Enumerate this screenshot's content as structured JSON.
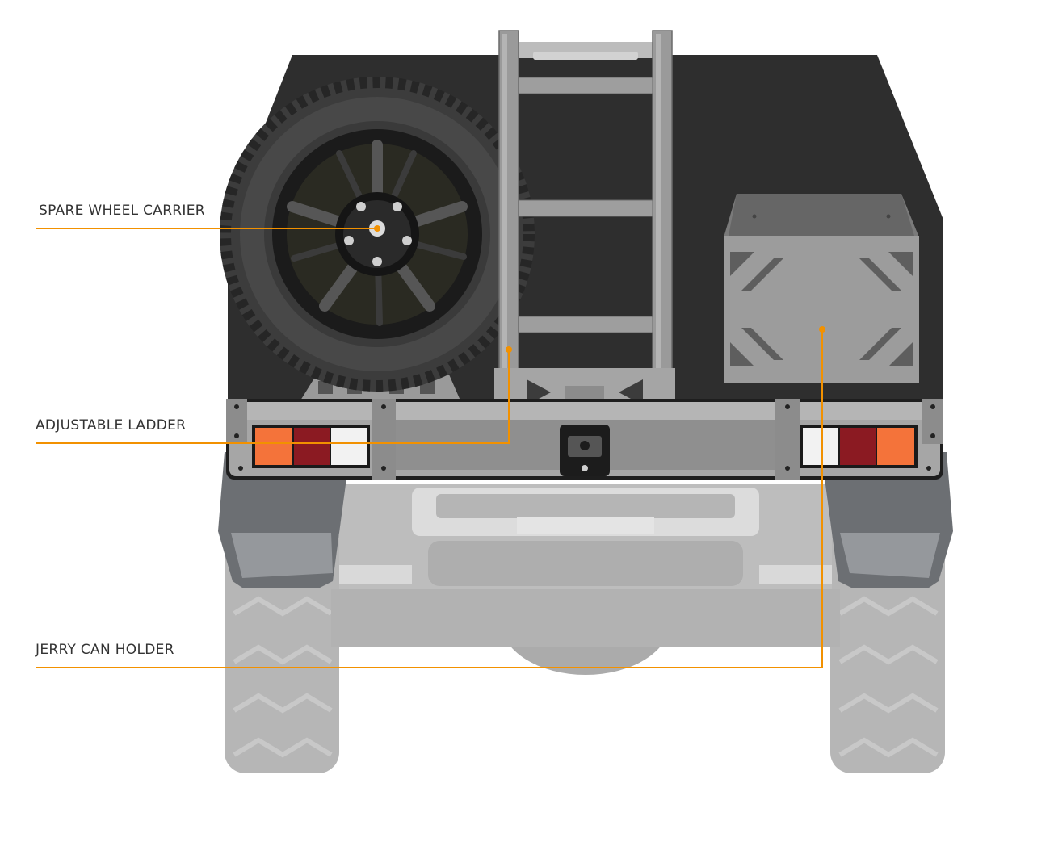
{
  "callouts": [
    {
      "id": "spare-wheel-carrier",
      "label": "SPARE WHEEL CARRIER"
    },
    {
      "id": "adjustable-ladder",
      "label": "ADJUSTABLE LADDER"
    },
    {
      "id": "jerry-can-holder",
      "label": "JERRY CAN HOLDER"
    }
  ],
  "colors": {
    "accent": "#f29100",
    "body": "#2e2e2e",
    "steel": "#9a9a9a",
    "steel_dark": "#5a5a5a",
    "tyre": "#4a4a4a",
    "rim": "#1e1e1e",
    "ghost": "#b4b4b4",
    "lamp_amber": "#f4733a",
    "lamp_red": "#8b1a22",
    "lamp_white": "#f2f2f2",
    "label_text": "#333333"
  }
}
